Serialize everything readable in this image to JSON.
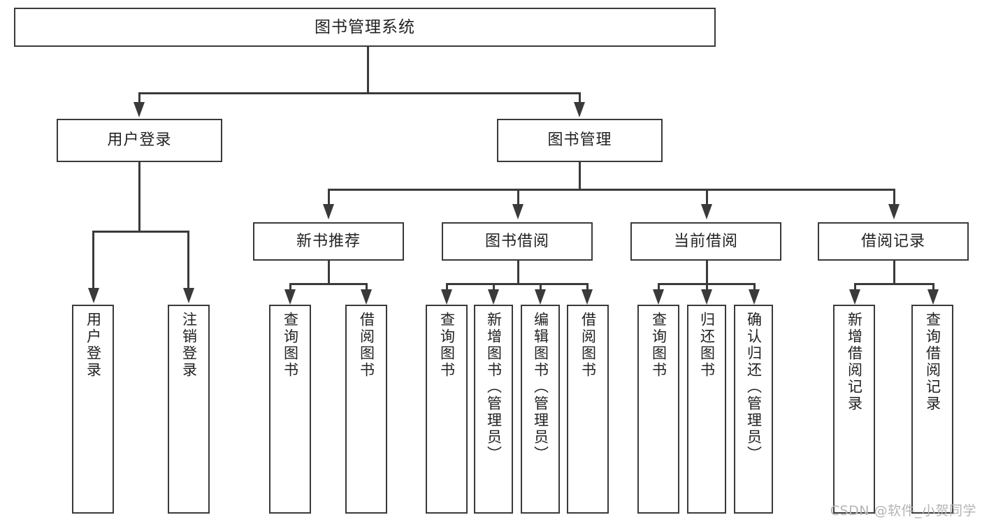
{
  "diagram": {
    "title": "图书管理系统",
    "type": "tree",
    "orientation": "top-down",
    "colors": {
      "background": "#ffffff",
      "box_fill": "#ffffff",
      "box_border": "#3a3a3a",
      "connector": "#3a3a3a",
      "text": "#222222",
      "watermark": "#b4b4b4"
    },
    "root": {
      "label": "图书管理系统"
    },
    "level2": [
      {
        "label": "用户登录"
      },
      {
        "label": "图书管理"
      }
    ],
    "level3": [
      {
        "label": "新书推荐"
      },
      {
        "label": "图书借阅"
      },
      {
        "label": "当前借阅"
      },
      {
        "label": "借阅记录"
      }
    ],
    "leaves": {
      "user_login": [
        {
          "label": "用户登录"
        },
        {
          "label": "注销登录"
        }
      ],
      "new_book_recommend": [
        {
          "label": "查询图书"
        },
        {
          "label": "借阅图书"
        }
      ],
      "book_borrow": [
        {
          "label": "查询图书"
        },
        {
          "label": "新增图书（管理员）"
        },
        {
          "label": "编辑图书（管理员）"
        },
        {
          "label": "借阅图书"
        }
      ],
      "current_borrow": [
        {
          "label": "查询图书"
        },
        {
          "label": "归还图书"
        },
        {
          "label": "确认归还（管理员）"
        }
      ],
      "borrow_record": [
        {
          "label": "新增借阅记录"
        },
        {
          "label": "查询借阅记录"
        }
      ]
    }
  },
  "watermark": {
    "text": "CSDN @软件_小贺同学"
  }
}
